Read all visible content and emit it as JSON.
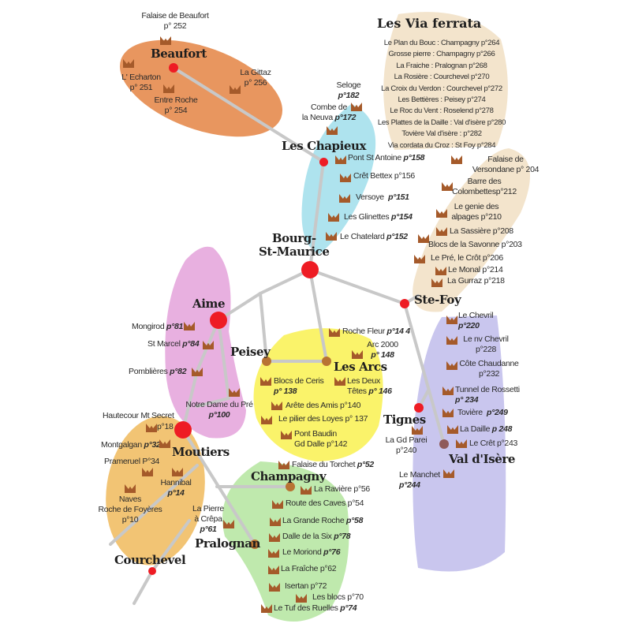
{
  "via_ferrata": {
    "title": "Les Via ferrata",
    "items": [
      "Le Plan du Bouc : Champagny p°264",
      "Grosse pierre : Champagny p°266",
      "La Fraiche : Pralognan p°268",
      "La Rosière : Courchevel p°270",
      "La Croix du Verdon : Courchevel p°272",
      "Les Bettières : Peisey p°274",
      "Le Roc du Vent : Roselend p°278",
      "Les Plattes de la Daille : Val d'isère p°280",
      "Tovière Val d'isère : p°282",
      "Via cordata du Croz : St Foy p°284"
    ]
  },
  "towns": {
    "beaufort": "Beaufort",
    "chapieux": "Les Chapieux",
    "bourg": "Bourg-\nSt-Maurice",
    "stefoy": "Ste-Foy",
    "aime": "Aime",
    "peisey": "Peisey",
    "arcs": "Les Arcs",
    "tignes": "Tignes",
    "val": "Val d'Isère",
    "moutiers": "Moutiers",
    "champagny": "Champagny",
    "pralognan": "Pralognan",
    "courchevel": "Courchevel"
  },
  "colors": {
    "beaufort": "#e8965f",
    "chapieux": "#aee3ee",
    "stefoy": "#f3e4cc",
    "aime": "#e8b0e0",
    "arcs": "#faf36a",
    "tignes": "#c9c6ee",
    "courchevel": "#f2c474",
    "champagny": "#bfe9ad",
    "town_dot": "#ee1c24",
    "crag_icon": "#a55a2a"
  },
  "sites": [
    {
      "name": "Falaise de Beaufort",
      "page": "p° 252"
    },
    {
      "name": "L' Echarton",
      "page": "p° 251"
    },
    {
      "name": "Entre Roche",
      "page": "p° 254"
    },
    {
      "name": "La Gittaz",
      "page": "p° 256"
    },
    {
      "name": "Seloge",
      "page": "p°182"
    },
    {
      "name": "Combe de\nla Neuva",
      "page": "p°172"
    },
    {
      "name": "Pont St Antoine",
      "page": "p°158"
    },
    {
      "name": "Crêt Bettex",
      "page": "p°156"
    },
    {
      "name": "Versoye",
      "page": "p°151"
    },
    {
      "name": "Les Glinettes",
      "page": "p°154"
    },
    {
      "name": "Le Chatelard",
      "page": "p°152"
    },
    {
      "name": "Falaise de\nVersondane",
      "page": "p° 204"
    },
    {
      "name": "Barre des\nColombettes",
      "page": "p°212"
    },
    {
      "name": "Le genie des\nalpages",
      "page": "p°210"
    },
    {
      "name": "La Sassière",
      "page": "p°208"
    },
    {
      "name": "Blocs de la Savonne",
      "page": "p°203"
    },
    {
      "name": "Le Pré, le Crôt",
      "page": "p°206"
    },
    {
      "name": "Le Monal",
      "page": "p°214"
    },
    {
      "name": "La Gurraz",
      "page": "p°218"
    },
    {
      "name": "Mongirod",
      "page": "p°81"
    },
    {
      "name": "St Marcel",
      "page": "p°84"
    },
    {
      "name": "Pomblières",
      "page": "p°82"
    },
    {
      "name": "Notre Dame du Pré",
      "page": "p°100"
    },
    {
      "name": "Roche Fleur",
      "page": "p°14 4"
    },
    {
      "name": "Arc 2000",
      "page": "p° 148"
    },
    {
      "name": "Blocs de Ceris",
      "page": "p° 138"
    },
    {
      "name": "Les Deux\nTêtes",
      "page": "p° 146"
    },
    {
      "name": "Arête des Amis",
      "page": "p°140"
    },
    {
      "name": "Le pilier des Loyes",
      "page": "p° 137"
    },
    {
      "name": "Pont Baudin\nGd Dalle",
      "page": "p°142"
    },
    {
      "name": "Le Chevril",
      "page": "p°220"
    },
    {
      "name": "Le nv Chevril",
      "page": "p°228"
    },
    {
      "name": "Côte Chaudanne",
      "page": "p°232"
    },
    {
      "name": "Tunnel de Rossetti",
      "page": "p° 234"
    },
    {
      "name": "Tovière",
      "page": "p°249"
    },
    {
      "name": "La Daille",
      "page": "p 248"
    },
    {
      "name": "Le Crêt",
      "page": "p°243"
    },
    {
      "name": "La Gd Parei",
      "page": "p°240"
    },
    {
      "name": "Le Manchet",
      "page": "p°244"
    },
    {
      "name": "Hautecour Mt Secret",
      "page": "p°18"
    },
    {
      "name": "Montgalgan",
      "page": "p°32"
    },
    {
      "name": "Prameruel",
      "page": "P°34"
    },
    {
      "name": "Hannibal",
      "page": "p°14"
    },
    {
      "name": "Naves\nRoche de Foyères",
      "page": "p°10"
    },
    {
      "name": "La Pierre\nà Crêpa",
      "page": "p°61"
    },
    {
      "name": "Falaise du Torchet",
      "page": "p°52"
    },
    {
      "name": "La Ravière",
      "page": "p°56"
    },
    {
      "name": "Route des Caves",
      "page": "p°54"
    },
    {
      "name": "La Grande Roche",
      "page": "p°58"
    },
    {
      "name": "Dalle de la Six",
      "page": "p°78"
    },
    {
      "name": "Le Moriond",
      "page": "p°76"
    },
    {
      "name": "La Fraîche",
      "page": "p°62"
    },
    {
      "name": "Isertan",
      "page": "p°72"
    },
    {
      "name": "Les blocs",
      "page": "p°70"
    },
    {
      "name": "Le Tuf des Ruelles",
      "page": "p°74"
    }
  ]
}
